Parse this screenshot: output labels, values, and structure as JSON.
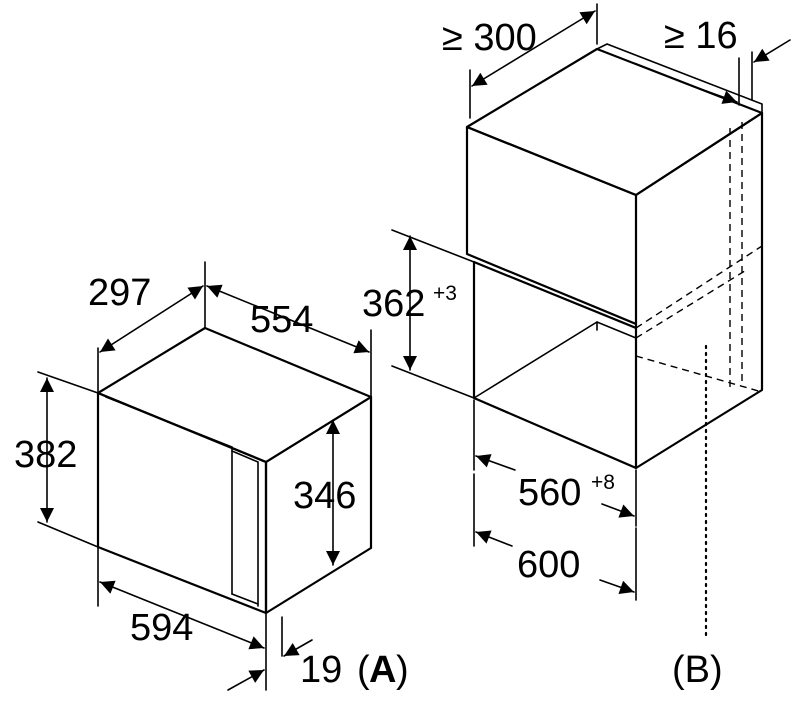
{
  "device_a": {
    "depth": "297",
    "top_width": "554",
    "height": "382",
    "front_height": "346",
    "width": "594",
    "front_panel": "19",
    "tag_open": "(",
    "tag_letter": "A",
    "tag_close": ")"
  },
  "niche_b": {
    "depth_min": "≥ 300",
    "gap_min": "≥ 16",
    "opening_height": "362",
    "opening_height_tol": "+3",
    "inner_width": "560",
    "inner_width_tol": "+8",
    "outer_width": "600",
    "tag": "(B)"
  }
}
